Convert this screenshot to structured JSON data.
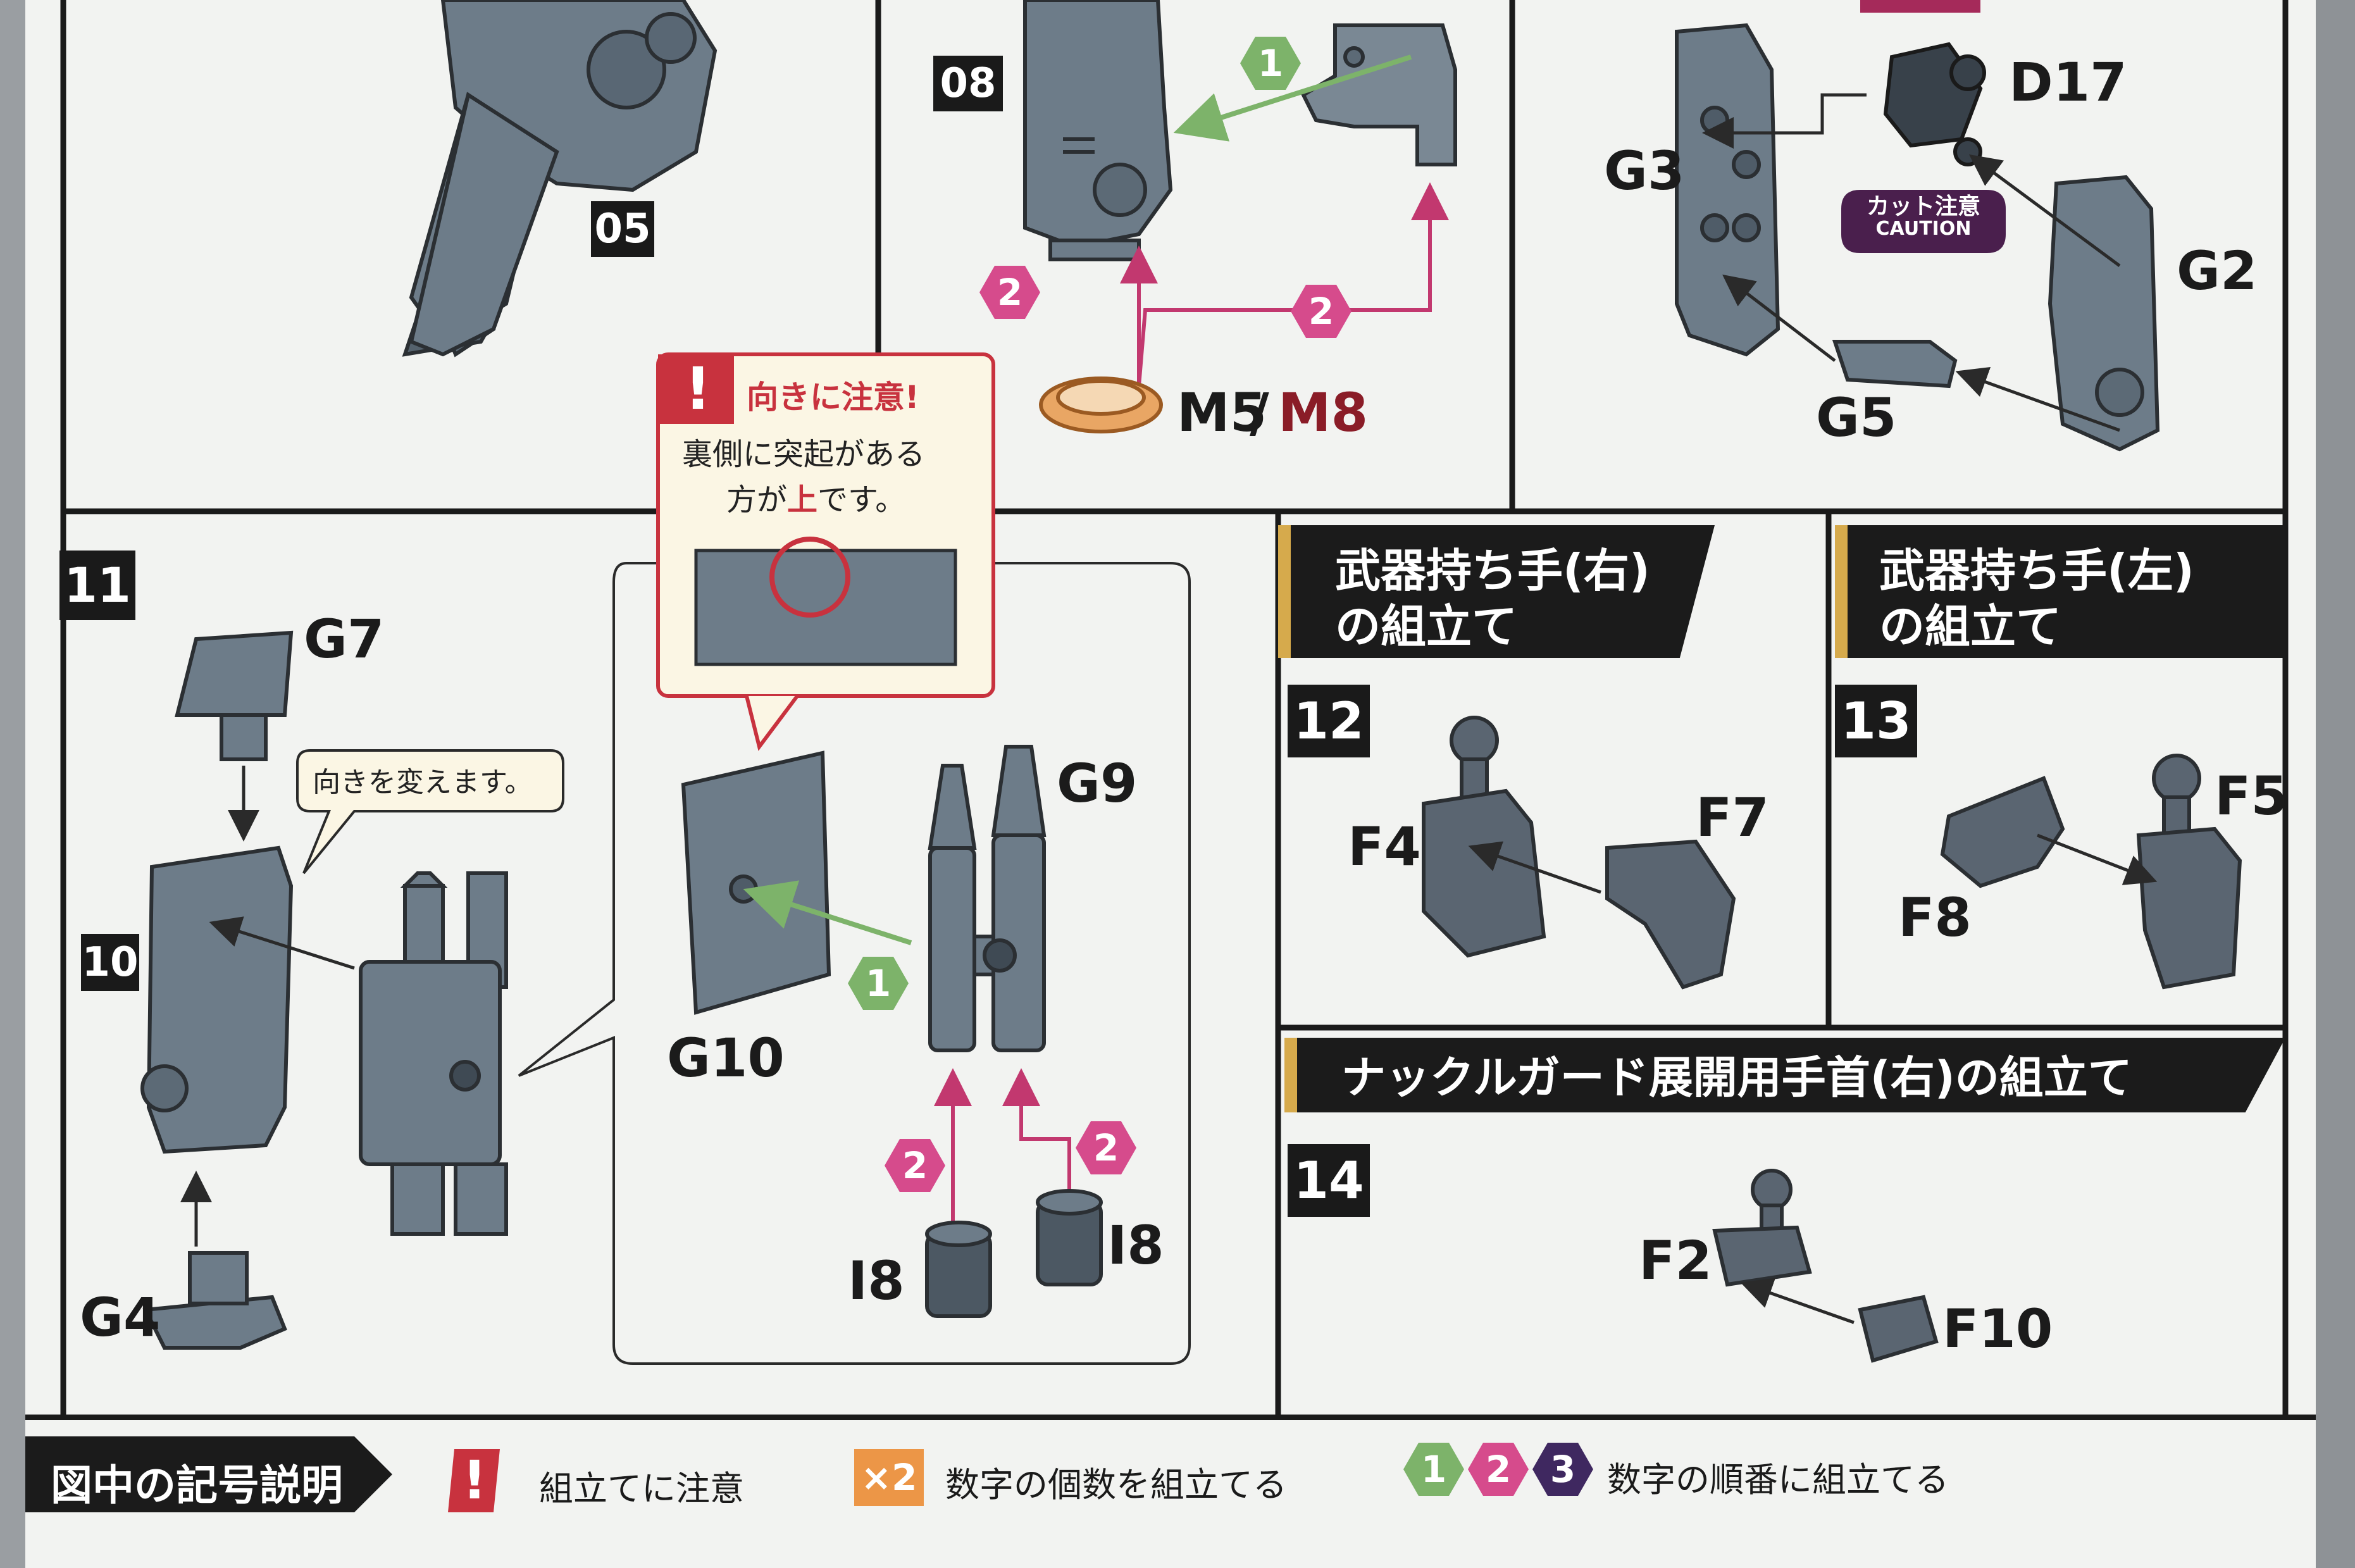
{
  "colors": {
    "paper": "#f2f3f1",
    "line": "#1a1a1a",
    "part_fill": "#6b7a87",
    "accent_green": "#7db36a",
    "accent_pink": "#d64b8c",
    "accent_purple": "#3f2860",
    "caution_red": "#c8323e",
    "header_gold": "#d6aa4c",
    "dark_red_text": "#8a1c27"
  },
  "step05": {
    "num": "05"
  },
  "step08": {
    "num": "08",
    "seq1": "1",
    "seq2": "2",
    "part_main": "M5",
    "part_sep": "/",
    "part_alt": "M8"
  },
  "top_right": {
    "labels": [
      "D17",
      "G3",
      "G2",
      "G5"
    ],
    "caution_jp": "カット注意",
    "caution_en": "CAUTION"
  },
  "step11": {
    "num": "11",
    "callout_title": "向きに注意!",
    "callout_line1": "裏側に突起がある",
    "callout_line2_pre": "方が",
    "callout_line2_hl": "上",
    "callout_line2_post": "です。",
    "speech": "向きを変えます。",
    "labels": {
      "g7": "G7",
      "g4": "G4",
      "g9": "G9",
      "g10": "G10",
      "i8a": "I8",
      "i8b": "I8"
    },
    "ref10": "10",
    "seq1": "1",
    "seq2": "2"
  },
  "weapon_right": {
    "title_line1": "武器持ち手(右)",
    "title_line2": "の組立て",
    "num": "12",
    "labels": [
      "F4",
      "F7"
    ]
  },
  "weapon_left": {
    "title_line1": "武器持ち手(左)",
    "title_line2": "の組立て",
    "num": "13",
    "labels": [
      "F5",
      "F8"
    ]
  },
  "knuckle": {
    "title": "ナックルガード展開用手首(右)の組立て",
    "num": "14",
    "labels": [
      "F2",
      "F10"
    ]
  },
  "legend": {
    "title": "図中の記号説明",
    "caution_label": "組立てに注意",
    "multiply_icon": "×2",
    "multiply_label": "数字の個数を組立てる",
    "order_nums": [
      "1",
      "2",
      "3"
    ],
    "order_label": "数字の順番に組立てる"
  }
}
